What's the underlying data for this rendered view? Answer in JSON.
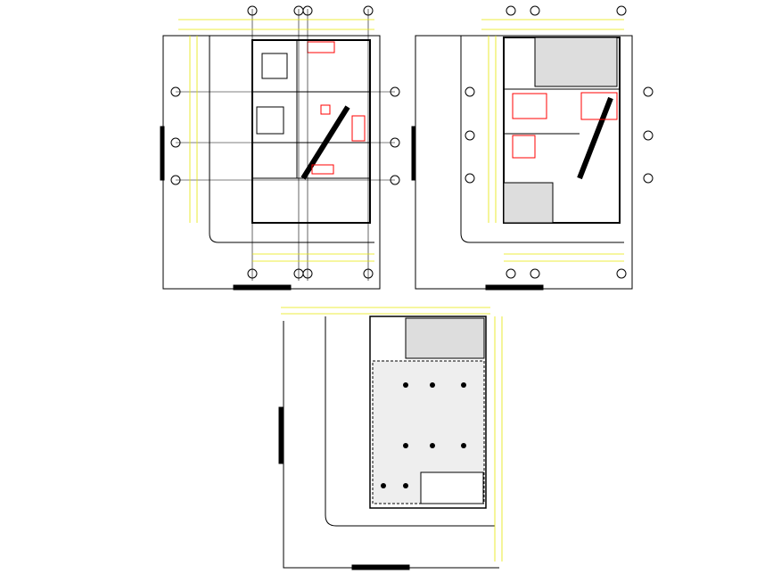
{
  "drawing": {
    "sheets": [
      {
        "id": "ground-floor-plan"
      },
      {
        "id": "upper-floor-plan"
      },
      {
        "id": "roof-plan"
      }
    ],
    "colors": {
      "lines": "#000000",
      "dimensions": "#e6e600",
      "furniture": "#ff0000",
      "background": "#ffffff"
    }
  }
}
